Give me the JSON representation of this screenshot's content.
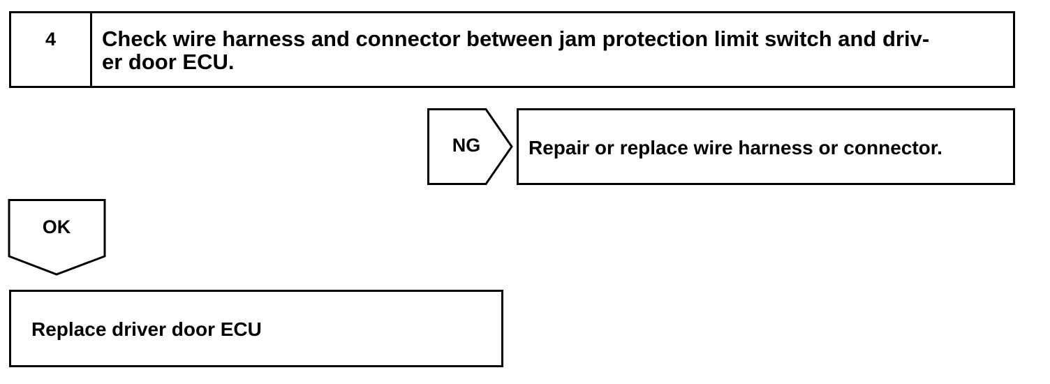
{
  "step": {
    "number": "4",
    "title": "Check wire harness and connector between jam protection limit switch and driv-er door ECU."
  },
  "ng_branch": {
    "label": "NG",
    "action": "Repair or replace wire harness or connector."
  },
  "ok_branch": {
    "label": "OK"
  },
  "final_action": {
    "text": "Replace driver door ECU"
  }
}
